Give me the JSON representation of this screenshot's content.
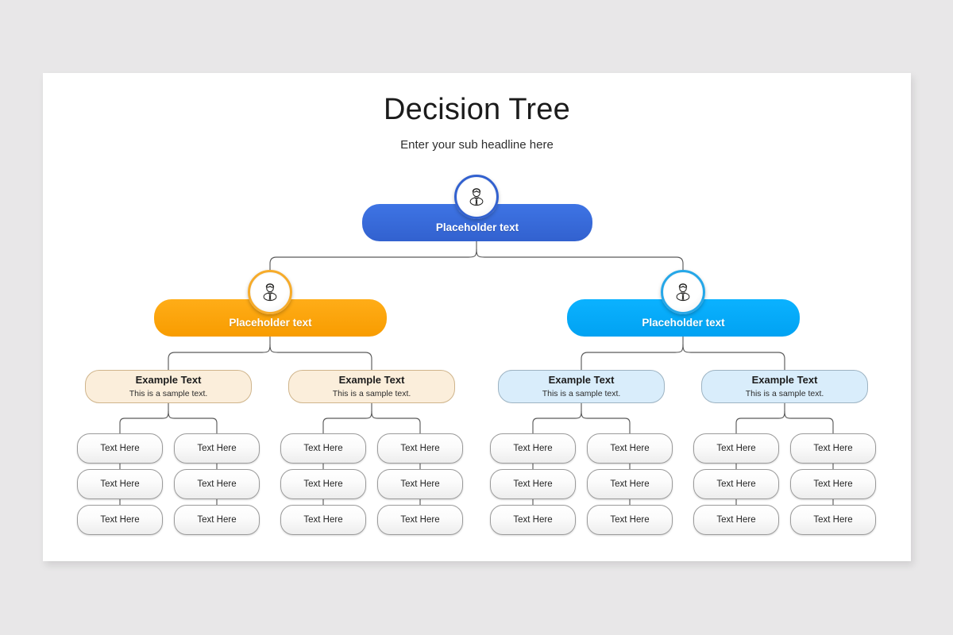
{
  "slide": {
    "title": "Decision Tree",
    "subtitle": "Enter your sub headline here"
  },
  "colors": {
    "page_background": "#e8e7e8",
    "slide_background": "#ffffff",
    "root_blue": "#3668dc",
    "branch_orange": "#ffa208",
    "branch_cyan": "#00a8fb",
    "example_warm_fill": "#fbeedb",
    "example_warm_border": "#cfb48b",
    "example_cool_fill": "#d9edfb",
    "example_cool_border": "#9db3c2",
    "leaf_border": "#9b9b9b",
    "connector": "#5a5a5a"
  },
  "tree": {
    "root": {
      "label": "Placeholder text",
      "icon": "person-icon"
    },
    "branches": [
      {
        "label": "Placeholder text",
        "icon": "person-icon",
        "color": "orange",
        "children": [
          {
            "heading": "Example Text",
            "subtext": "This is a sample text.",
            "leaves": [
              {
                "label": "Text Here"
              },
              {
                "label": "Text Here"
              },
              {
                "label": "Text Here"
              },
              {
                "label": "Text Here"
              },
              {
                "label": "Text Here"
              },
              {
                "label": "Text Here"
              }
            ]
          },
          {
            "heading": "Example Text",
            "subtext": "This is a sample text.",
            "leaves": [
              {
                "label": "Text Here"
              },
              {
                "label": "Text Here"
              },
              {
                "label": "Text Here"
              },
              {
                "label": "Text Here"
              },
              {
                "label": "Text Here"
              },
              {
                "label": "Text Here"
              }
            ]
          }
        ]
      },
      {
        "label": "Placeholder text",
        "icon": "person-icon",
        "color": "cyan",
        "children": [
          {
            "heading": "Example Text",
            "subtext": "This is a sample text.",
            "leaves": [
              {
                "label": "Text Here"
              },
              {
                "label": "Text Here"
              },
              {
                "label": "Text Here"
              },
              {
                "label": "Text Here"
              },
              {
                "label": "Text Here"
              },
              {
                "label": "Text Here"
              }
            ]
          },
          {
            "heading": "Example Text",
            "subtext": "This is a sample text.",
            "leaves": [
              {
                "label": "Text Here"
              },
              {
                "label": "Text Here"
              },
              {
                "label": "Text Here"
              },
              {
                "label": "Text Here"
              },
              {
                "label": "Text Here"
              },
              {
                "label": "Text Here"
              }
            ]
          }
        ]
      }
    ]
  }
}
